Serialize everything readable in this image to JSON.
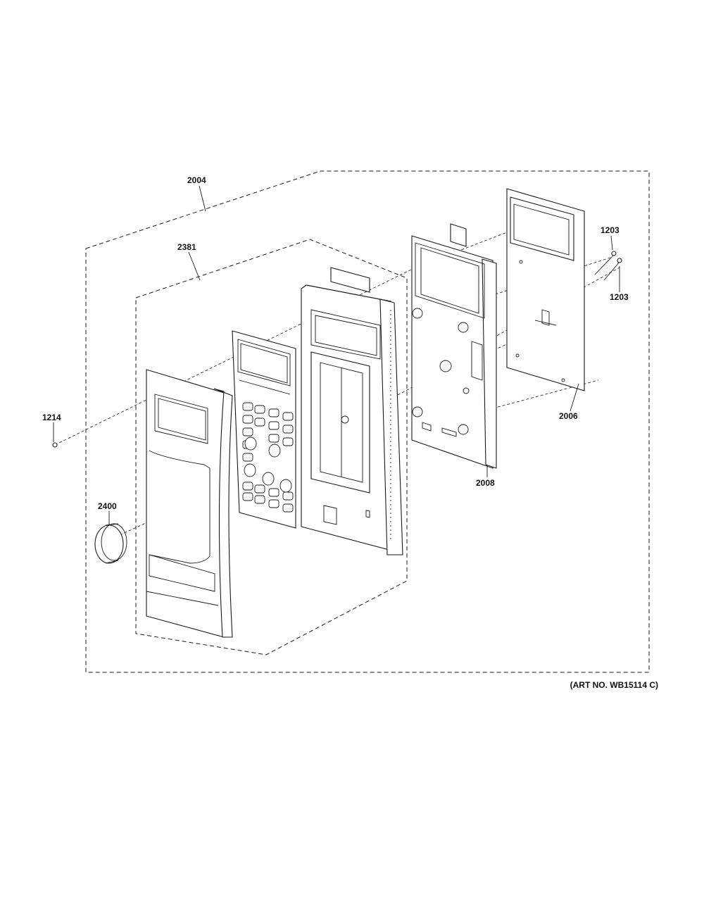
{
  "diagram": {
    "labels": {
      "p2004": "2004",
      "p2381": "2381",
      "p1203a": "1203",
      "p1203b": "1203",
      "p1214": "1214",
      "p2400": "2400",
      "p2006": "2006",
      "p2008": "2008"
    },
    "art_number": "(ART NO. WB15114 C)"
  }
}
